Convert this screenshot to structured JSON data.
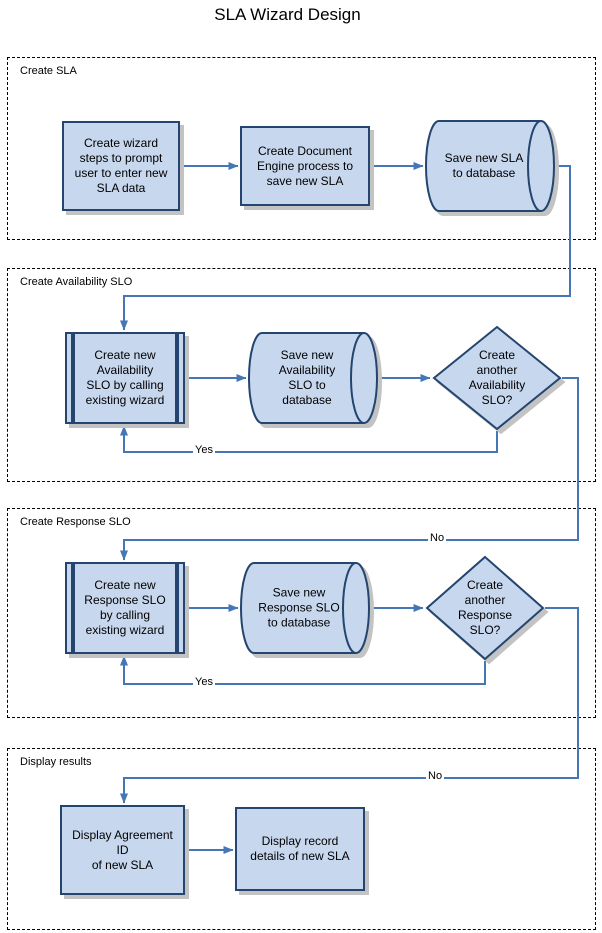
{
  "title": "SLA Wizard Design",
  "lanes": [
    {
      "label": "Create SLA"
    },
    {
      "label": "Create Availability SLO"
    },
    {
      "label": "Create Response SLO"
    },
    {
      "label": "Display results"
    }
  ],
  "nodes": [
    {
      "id": "create-wizard-steps",
      "type": "process",
      "label": "Create wizard\nsteps to prompt\nuser to enter new\nSLA data"
    },
    {
      "id": "create-document-engine-process",
      "type": "process",
      "label": "Create Document\nEngine process to\nsave new SLA"
    },
    {
      "id": "save-new-sla-to-database",
      "type": "database",
      "label": "Save new SLA\nto database"
    },
    {
      "id": "create-new-availability-slo",
      "type": "predefined-process",
      "label": "Create new\nAvailability\nSLO by calling\nexisting wizard"
    },
    {
      "id": "save-new-availability-slo",
      "type": "database",
      "label": "Save new\nAvailability\nSLO to\ndatabase"
    },
    {
      "id": "create-another-availability-slo",
      "type": "decision",
      "label": "Create\nanother\nAvailability\nSLO?"
    },
    {
      "id": "create-new-response-slo",
      "type": "predefined-process",
      "label": "Create new\nResponse SLO\nby calling\nexisting wizard"
    },
    {
      "id": "save-new-response-slo",
      "type": "database",
      "label": "Save new\nResponse SLO\nto database"
    },
    {
      "id": "create-another-response-slo",
      "type": "decision",
      "label": "Create\nanother\nResponse\nSLO?"
    },
    {
      "id": "display-agreement-id",
      "type": "process",
      "label": "Display Agreement\nID\nof new SLA"
    },
    {
      "id": "display-record-details",
      "type": "process",
      "label": "Display record\ndetails of new SLA"
    }
  ],
  "edge_labels": {
    "availability_yes": "Yes",
    "availability_no": "No",
    "response_yes": "Yes",
    "response_no": "No"
  },
  "colors": {
    "node_fill": "#c7d7ee",
    "node_border": "#23456e",
    "connector": "#4576b5",
    "shadow": "#c3c3c3",
    "lane_border": "#000000",
    "text": "#000000"
  }
}
